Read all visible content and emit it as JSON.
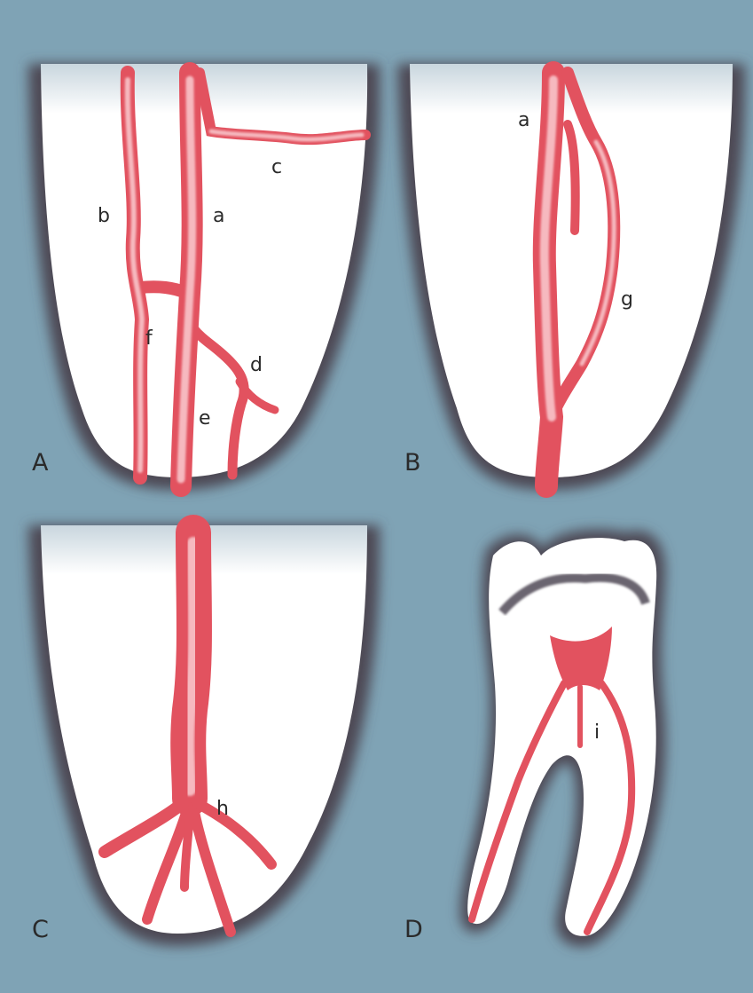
{
  "colors": {
    "background": "#7fa3b5",
    "canal": "#e2525f",
    "canal_core": "#f6b9bf",
    "root_fill": "#ffffff",
    "root_shadow": "#5a5560"
  },
  "panels": {
    "a": {
      "label": "A",
      "canal_labels": {
        "a": "a",
        "b": "b",
        "c": "c",
        "d": "d",
        "e": "e",
        "f": "f"
      }
    },
    "b": {
      "label": "B",
      "canal_labels": {
        "a": "a",
        "g": "g"
      }
    },
    "c": {
      "label": "C",
      "canal_labels": {
        "h": "h"
      }
    },
    "d": {
      "label": "D",
      "canal_labels": {
        "i": "i"
      }
    }
  }
}
